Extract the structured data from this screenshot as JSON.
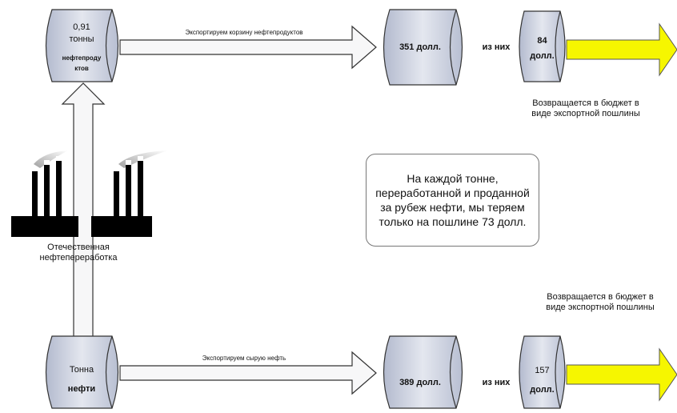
{
  "top": {
    "source_line1": "0,91",
    "source_line2": "тонны",
    "source_line3": "нефтепроду",
    "source_line4": "ктов",
    "arrow_label": "Экспортируем корзину нефтепродуктов",
    "revenue": "351 долл.",
    "of_them": "из них",
    "duty_value": "84",
    "duty_unit": "долл.",
    "returns_note": "Возвращается в бюджет в виде экспортной пошлины"
  },
  "bottom": {
    "source_line1": "Тонна",
    "source_line2": "нефти",
    "arrow_label": "Экспортируем сырую нефть",
    "revenue": "389 долл.",
    "of_them": "из них",
    "duty_value": "157",
    "duty_unit": "долл.",
    "returns_note": "Возвращается в бюджет в виде экспортной пошлины"
  },
  "refinery_label": "Отечественная нефтепереработка",
  "callout_text": "На каждой тонне, переработанной и проданной за рубеж нефти, мы теряем только на пошлине 73 долл.",
  "colors": {
    "cylinder_fill": "#ccd2e1",
    "arrow_fill": "#f7f7f8",
    "yellow_arrow": "#f6f600",
    "factory": "#000000"
  },
  "icons": [
    "factory-icon",
    "factory-icon"
  ]
}
